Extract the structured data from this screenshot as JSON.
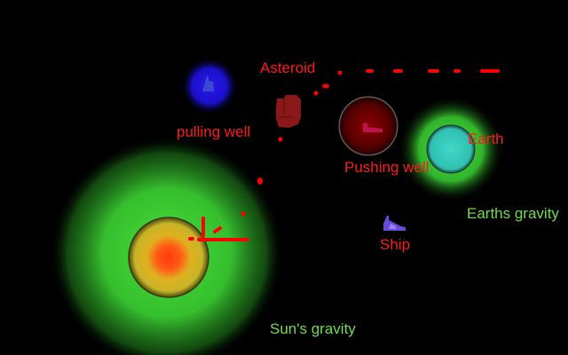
{
  "labels": {
    "asteroid": "Asteroid",
    "pulling_well": "pulling well",
    "pushing_well": "Pushing well",
    "earth": "Earth",
    "earths_gravity": "Earths gravity",
    "ship": "Ship",
    "suns_gravity": "Sun's gravity"
  },
  "colors": {
    "label_red": "#ff1a1a",
    "label_green": "#6fdc4a",
    "trail": "#ff0000",
    "pulling_well": "#1a10e0",
    "pushing_well": "#5a0000",
    "earth": "#3cc8b8",
    "earth_halo": "#38c830",
    "sun_core": "#ff3010",
    "sun_mid": "#d8c020",
    "sun_halo": "#38c830",
    "asteroid": "#8a1818",
    "ship": "#6040d0"
  },
  "icons": {
    "pulling_well": "ship-silhouette-icon",
    "pushing_well": "ship-silhouette-icon",
    "ship": "ship-icon"
  }
}
